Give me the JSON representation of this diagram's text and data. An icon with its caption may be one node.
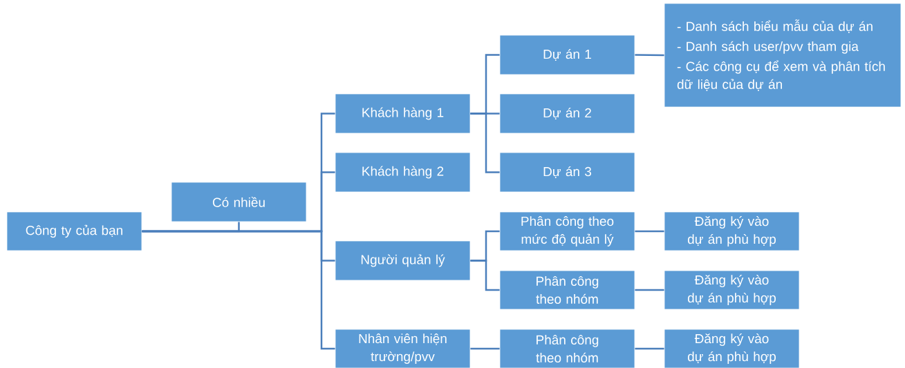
{
  "diagram": {
    "nodes": [
      {
        "text": [
          "Công ty của bạn"
        ]
      },
      {
        "text": [
          "Có nhiều"
        ]
      },
      {
        "text": [
          "Khách hàng 1"
        ]
      },
      {
        "text": [
          "Khách hàng 2"
        ]
      },
      {
        "text": [
          "Người quản lý"
        ]
      },
      {
        "text": [
          "Nhân viên hiện trường/pvv"
        ]
      },
      {
        "text": [
          "Dự án 1"
        ]
      },
      {
        "text": [
          "Dự án 2"
        ]
      },
      {
        "text": [
          "Dự án 3"
        ]
      },
      {
        "text": [
          "- Danh sách biểu mẫu của dự án",
          "- Danh sách user/pvv tham gia",
          "- Các công cụ để xem và phân tích dữ liệu của dự án"
        ]
      },
      {
        "text": [
          "Phân công theo mức độ quản lý"
        ]
      },
      {
        "text": [
          "Đăng ký vào dự án phù hợp"
        ]
      },
      {
        "text": [
          "Phân công theo nhóm"
        ]
      },
      {
        "text": [
          "Đăng ký vào dự án phù hợp"
        ]
      },
      {
        "text": [
          "Phân công theo nhóm"
        ]
      },
      {
        "text": [
          "Đăng ký vào dự án phù hợp"
        ]
      }
    ],
    "edges": [
      {
        "from": 0,
        "to": 1,
        "arrow": "none"
      },
      {
        "from": 0,
        "to": 2,
        "arrow": "none"
      },
      {
        "from": 0,
        "to": 3,
        "arrow": "none"
      },
      {
        "from": 0,
        "to": 4,
        "arrow": "none"
      },
      {
        "from": 0,
        "to": 5,
        "arrow": "none"
      },
      {
        "from": 2,
        "to": 6,
        "arrow": "none"
      },
      {
        "from": 2,
        "to": 7,
        "arrow": "none"
      },
      {
        "from": 2,
        "to": 8,
        "arrow": "none"
      },
      {
        "from": 6,
        "to": 9,
        "arrow": "none"
      },
      {
        "from": 4,
        "to": 10,
        "arrow": "none"
      },
      {
        "from": 4,
        "to": 12,
        "arrow": "none"
      },
      {
        "from": 10,
        "to": 11,
        "arrow": "none"
      },
      {
        "from": 12,
        "to": 13,
        "arrow": "none"
      },
      {
        "from": 5,
        "to": 14,
        "arrow": "none"
      },
      {
        "from": 14,
        "to": 15,
        "arrow": "none"
      }
    ]
  }
}
